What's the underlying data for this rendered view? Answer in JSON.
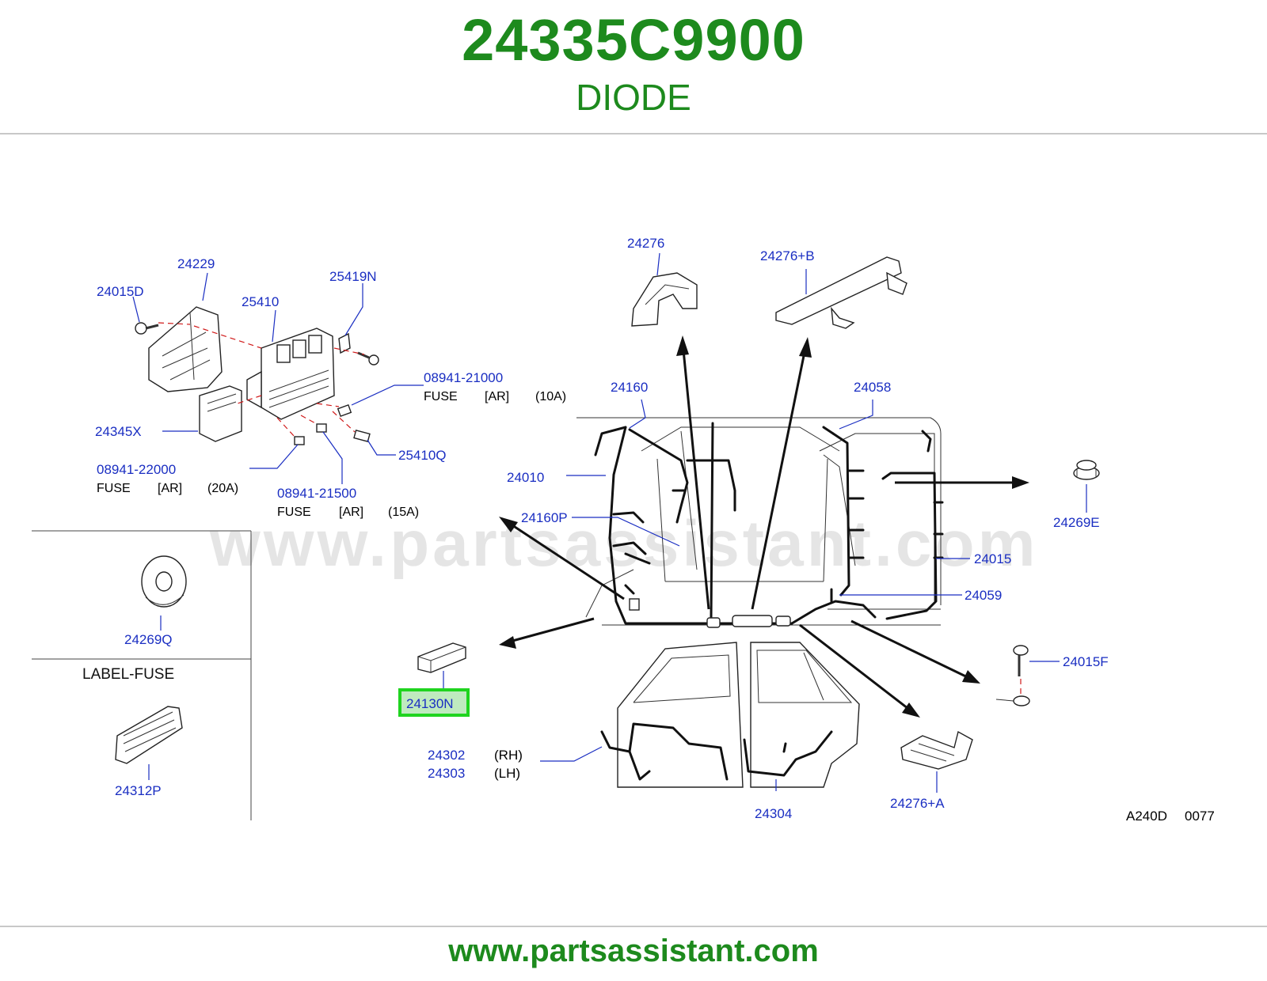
{
  "header": {
    "part_number": "24335C9900",
    "part_name": "DIODE"
  },
  "footer": {
    "url": "www.partsassistant.com"
  },
  "watermark": "www.partsassistant.com",
  "colors": {
    "brand_green": "#1d8a1d",
    "label_blue": "#1a2ec2",
    "highlight_green": "#1fd41f",
    "highlight_fill": "#bfeabf"
  },
  "labels": {
    "p24229": "24229",
    "p24015D": "24015D",
    "p25410": "25410",
    "p25419N": "25419N",
    "p08941_21000": "08941-21000",
    "fuse10_fuse": "FUSE",
    "fuse10_ar": "[AR]",
    "fuse10_amp": "(10A)",
    "p24345X": "24345X",
    "p25410Q": "25410Q",
    "p08941_22000": "08941-22000",
    "fuse20_fuse": "FUSE",
    "fuse20_ar": "[AR]",
    "fuse20_amp": "(20A)",
    "p08941_21500": "08941-21500",
    "fuse15_fuse": "FUSE",
    "fuse15_ar": "[AR]",
    "fuse15_amp": "(15A)",
    "p24269Q": "24269Q",
    "label_fuse": "LABEL-FUSE",
    "p24312P": "24312P",
    "p24276": "24276",
    "p24276B": "24276+B",
    "p24160": "24160",
    "p24058": "24058",
    "p24010": "24010",
    "p24160P": "24160P",
    "p24269E": "24269E",
    "p24015": "24015",
    "p24059": "24059",
    "p24130N": "24130N",
    "p24015F": "24015F",
    "p24302": "24302",
    "rh": "(RH)",
    "p24303": "24303",
    "lh": "(LH)",
    "p24304": "24304",
    "p24276A": "24276+A",
    "diagram_code": "A240D",
    "diagram_num": "0077"
  },
  "highlighted_part": "24130N"
}
